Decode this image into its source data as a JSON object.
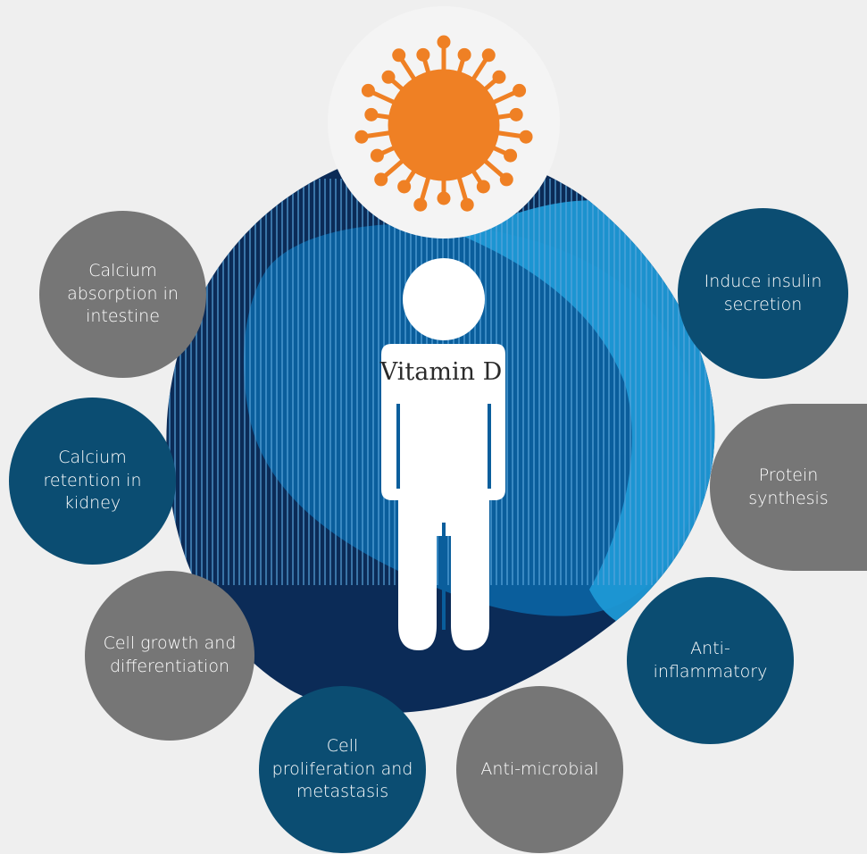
{
  "center": {
    "label": "Vitamin D"
  },
  "colors": {
    "background": "#efefef",
    "dark_navy": "#0b2b57",
    "mid_blue": "#0a5e9c",
    "light_blue": "#1e98d5",
    "virus_orange": "#ef8024",
    "gray_bubble": "#767676",
    "teal_bubble": "#0b4d72"
  },
  "icons": {
    "virus": "virus-icon",
    "person": "person-icon"
  },
  "functions": [
    {
      "id": "calcium-absorption",
      "lines": [
        "Calcium",
        "absorption in",
        "intestine"
      ],
      "color": "gray"
    },
    {
      "id": "calcium-retention",
      "lines": [
        "Calcium",
        "retention in",
        "kidney"
      ],
      "color": "teal"
    },
    {
      "id": "cell-growth",
      "lines": [
        "Cell growth and",
        "differentiation"
      ],
      "color": "gray"
    },
    {
      "id": "cell-proliferation",
      "lines": [
        "Cell",
        "proliferation and",
        "metastasis"
      ],
      "color": "teal"
    },
    {
      "id": "anti-microbial",
      "lines": [
        "Anti-microbial"
      ],
      "color": "gray"
    },
    {
      "id": "anti-inflammatory",
      "lines": [
        "Anti-",
        "inflammatory"
      ],
      "color": "teal"
    },
    {
      "id": "protein-synthesis",
      "lines": [
        "Protein",
        "synthesis"
      ],
      "color": "gray"
    },
    {
      "id": "insulin-secretion",
      "lines": [
        "Induce insulin",
        "secretion"
      ],
      "color": "teal"
    }
  ]
}
